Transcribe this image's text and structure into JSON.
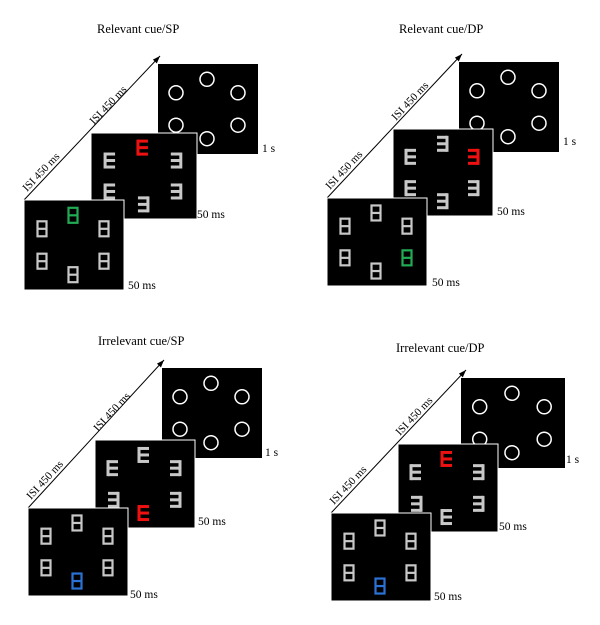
{
  "colors": {
    "background": "#ffffff",
    "screen": "#000000",
    "stimulus_gray": "#c8c8c8",
    "placeholder": "#ffffff",
    "cue_green": "#22aa55",
    "cue_blue": "#2a72d6",
    "target_red": "#ee1111"
  },
  "icons": {
    "placeholder": "circle-outline",
    "cue_shape": "figure-eight-box",
    "target_shape": "letter-E"
  },
  "panels": [
    {
      "title": "Relevant cue/SP",
      "isi_labels": [
        "ISI 450 ms",
        "ISI 450 ms"
      ],
      "durations": {
        "cue": "50 ms",
        "target": "50 ms",
        "display": "1 s"
      },
      "cue_colored_index": 1,
      "cue_color_key": "cue_green",
      "target_red_index": 1,
      "target_orientations": [
        "E",
        "E",
        "Ǝ",
        "E",
        "Ǝ",
        "Ǝ"
      ]
    },
    {
      "title": "Relevant cue/DP",
      "isi_labels": [
        "ISI 450 ms",
        "ISI 450 ms"
      ],
      "durations": {
        "cue": "50 ms",
        "target": "50 ms",
        "display": "1 s"
      },
      "cue_colored_index": 5,
      "cue_color_key": "cue_green",
      "target_red_index": 2,
      "target_orientations": [
        "E",
        "Ǝ",
        "Ǝ",
        "E",
        "Ǝ",
        "Ǝ"
      ]
    },
    {
      "title": "Irrelevant cue/SP",
      "isi_labels": [
        "ISI 450 ms",
        "ISI 450 ms"
      ],
      "durations": {
        "cue": "50 ms",
        "target": "50 ms",
        "display": "1 s"
      },
      "cue_colored_index": 4,
      "cue_color_key": "cue_blue",
      "target_red_index": 4,
      "target_orientations": [
        "E",
        "E",
        "Ǝ",
        "Ǝ",
        "E",
        "Ǝ"
      ]
    },
    {
      "title": "Irrelevant cue/DP",
      "isi_labels": [
        "ISI 450 ms",
        "ISI 450 ms"
      ],
      "durations": {
        "cue": "50 ms",
        "target": "50 ms",
        "display": "1 s"
      },
      "cue_colored_index": 4,
      "cue_color_key": "cue_blue",
      "target_red_index": 1,
      "target_orientations": [
        "E",
        "E",
        "Ǝ",
        "Ǝ",
        "E",
        "Ǝ"
      ]
    }
  ]
}
